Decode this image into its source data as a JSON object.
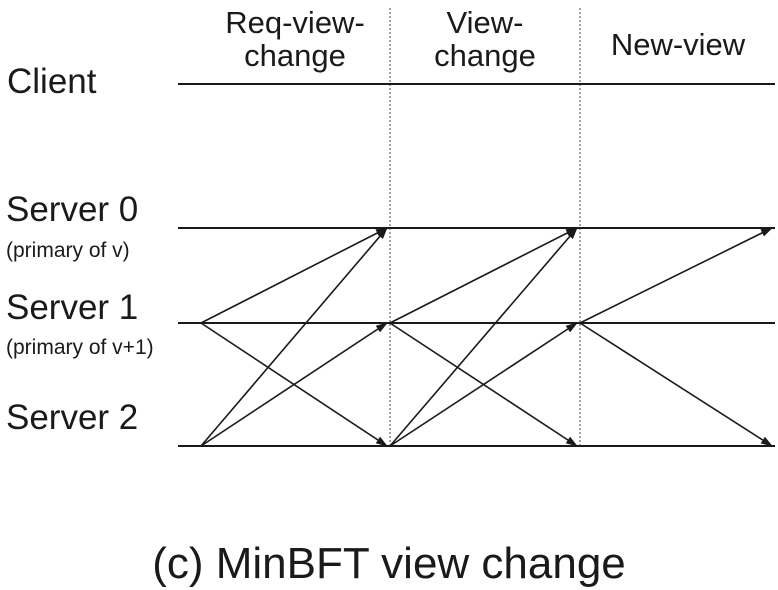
{
  "phases": [
    {
      "line1": "Req-view-",
      "line2": "change"
    },
    {
      "line1": "View-",
      "line2": "change"
    },
    {
      "line1": "New-view",
      "line2": ""
    }
  ],
  "nodes": {
    "client": {
      "label": "Client"
    },
    "server0": {
      "label": "Server 0",
      "note": "(primary of v)"
    },
    "server1": {
      "label": "Server 1",
      "note": "(primary of v+1)"
    },
    "server2": {
      "label": "Server 2"
    }
  },
  "caption": "(c) MinBFT view change",
  "messages": [
    {
      "phase": 0,
      "from": "server1",
      "to": "server0"
    },
    {
      "phase": 0,
      "from": "server1",
      "to": "server2"
    },
    {
      "phase": 0,
      "from": "server2",
      "to": "server0"
    },
    {
      "phase": 0,
      "from": "server2",
      "to": "server1"
    },
    {
      "phase": 1,
      "from": "server1",
      "to": "server0"
    },
    {
      "phase": 1,
      "from": "server1",
      "to": "server2"
    },
    {
      "phase": 1,
      "from": "server2",
      "to": "server0"
    },
    {
      "phase": 1,
      "from": "server2",
      "to": "server1"
    },
    {
      "phase": 2,
      "from": "server1",
      "to": "server0"
    },
    {
      "phase": 2,
      "from": "server1",
      "to": "server2"
    }
  ]
}
